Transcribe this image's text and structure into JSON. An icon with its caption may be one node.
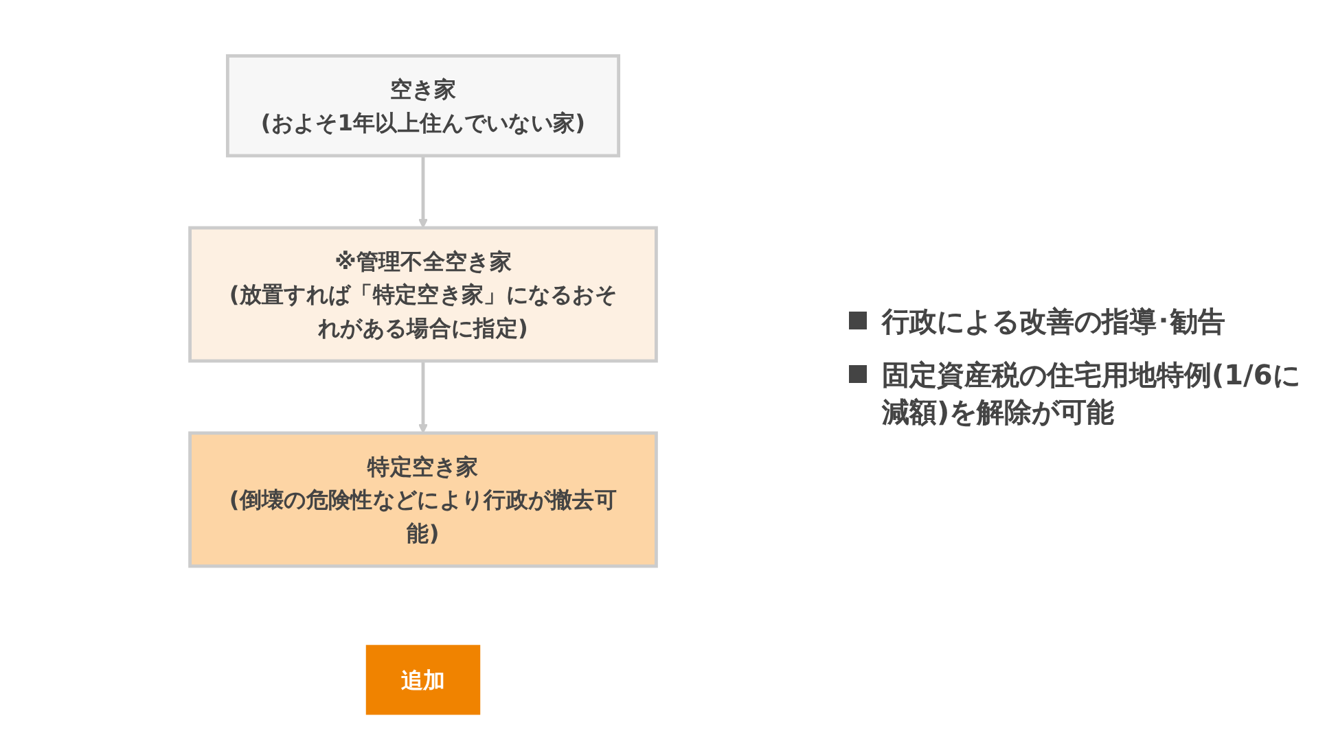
{
  "diagram": {
    "nodes": [
      {
        "text": [
          "空き家",
          "(およそ1年以上住んでいない家)"
        ]
      },
      {
        "text": [
          "※管理不全空き家",
          "(放置すれば「特定空き家」になるおそれがある場合に指定)"
        ]
      },
      {
        "text": [
          "特定空き家",
          "(倒壊の危険性などにより行政が撤去可能)"
        ]
      },
      {
        "text": [
          "追加"
        ]
      }
    ],
    "edges": [
      {
        "from": 0,
        "to": 1,
        "arrow": "to"
      },
      {
        "from": 1,
        "to": 2,
        "arrow": "to"
      }
    ],
    "labels": [
      "行政による改善の指導･勧告",
      "固定資産税の住宅用地特例(1/6に減額)を解除が可能"
    ]
  }
}
